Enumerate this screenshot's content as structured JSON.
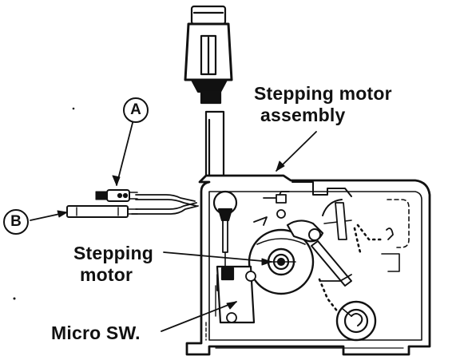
{
  "callouts": {
    "stepping_motor_assembly": [
      "Stepping motor",
      "assembly"
    ],
    "stepping_motor": [
      "Stepping",
      "motor"
    ],
    "micro_switch": "Micro SW."
  },
  "connectors": {
    "a": "A",
    "b": "B"
  },
  "colors": {
    "ink": "#111111",
    "paper": "#ffffff"
  }
}
